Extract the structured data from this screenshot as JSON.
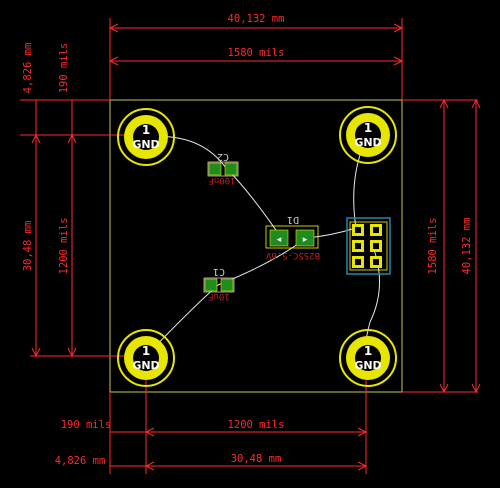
{
  "dimensions": {
    "top_mm": "40,132 mm",
    "top_mils": "1580 mils",
    "left_small_mm": "4,826 mm",
    "left_small_mils": "190 mils",
    "left_mm": "30,48 mm",
    "left_mils": "1200 mils",
    "right_mils": "1580 mils",
    "right_mm": "40,132 mm",
    "bottom_small_mils": "190 mils",
    "bottom_mils": "1200 mils",
    "bottom_small_mm": "4,826 mm",
    "bottom_mm": "30,48 mm"
  },
  "mounting_holes": [
    {
      "pin": "1",
      "net": "GND"
    },
    {
      "pin": "1",
      "net": "GND"
    },
    {
      "pin": "1",
      "net": "GND"
    },
    {
      "pin": "1",
      "net": "GND"
    }
  ],
  "components": {
    "c2": {
      "ref": "C2",
      "value": "100nF"
    },
    "c1": {
      "ref": "C1",
      "value": "10uF"
    },
    "d1": {
      "ref": "D1",
      "value": "B2S5C-5.6V"
    }
  },
  "colors": {
    "dimension": "#ff2a2a",
    "board_edge": "#c8c850",
    "pad_ring": "#e6e600",
    "smd_pad": "#1e8c1e",
    "courtyard": "#ffff00",
    "header_outline": "#2288aa",
    "ratsnest": "#e8e8e8"
  }
}
